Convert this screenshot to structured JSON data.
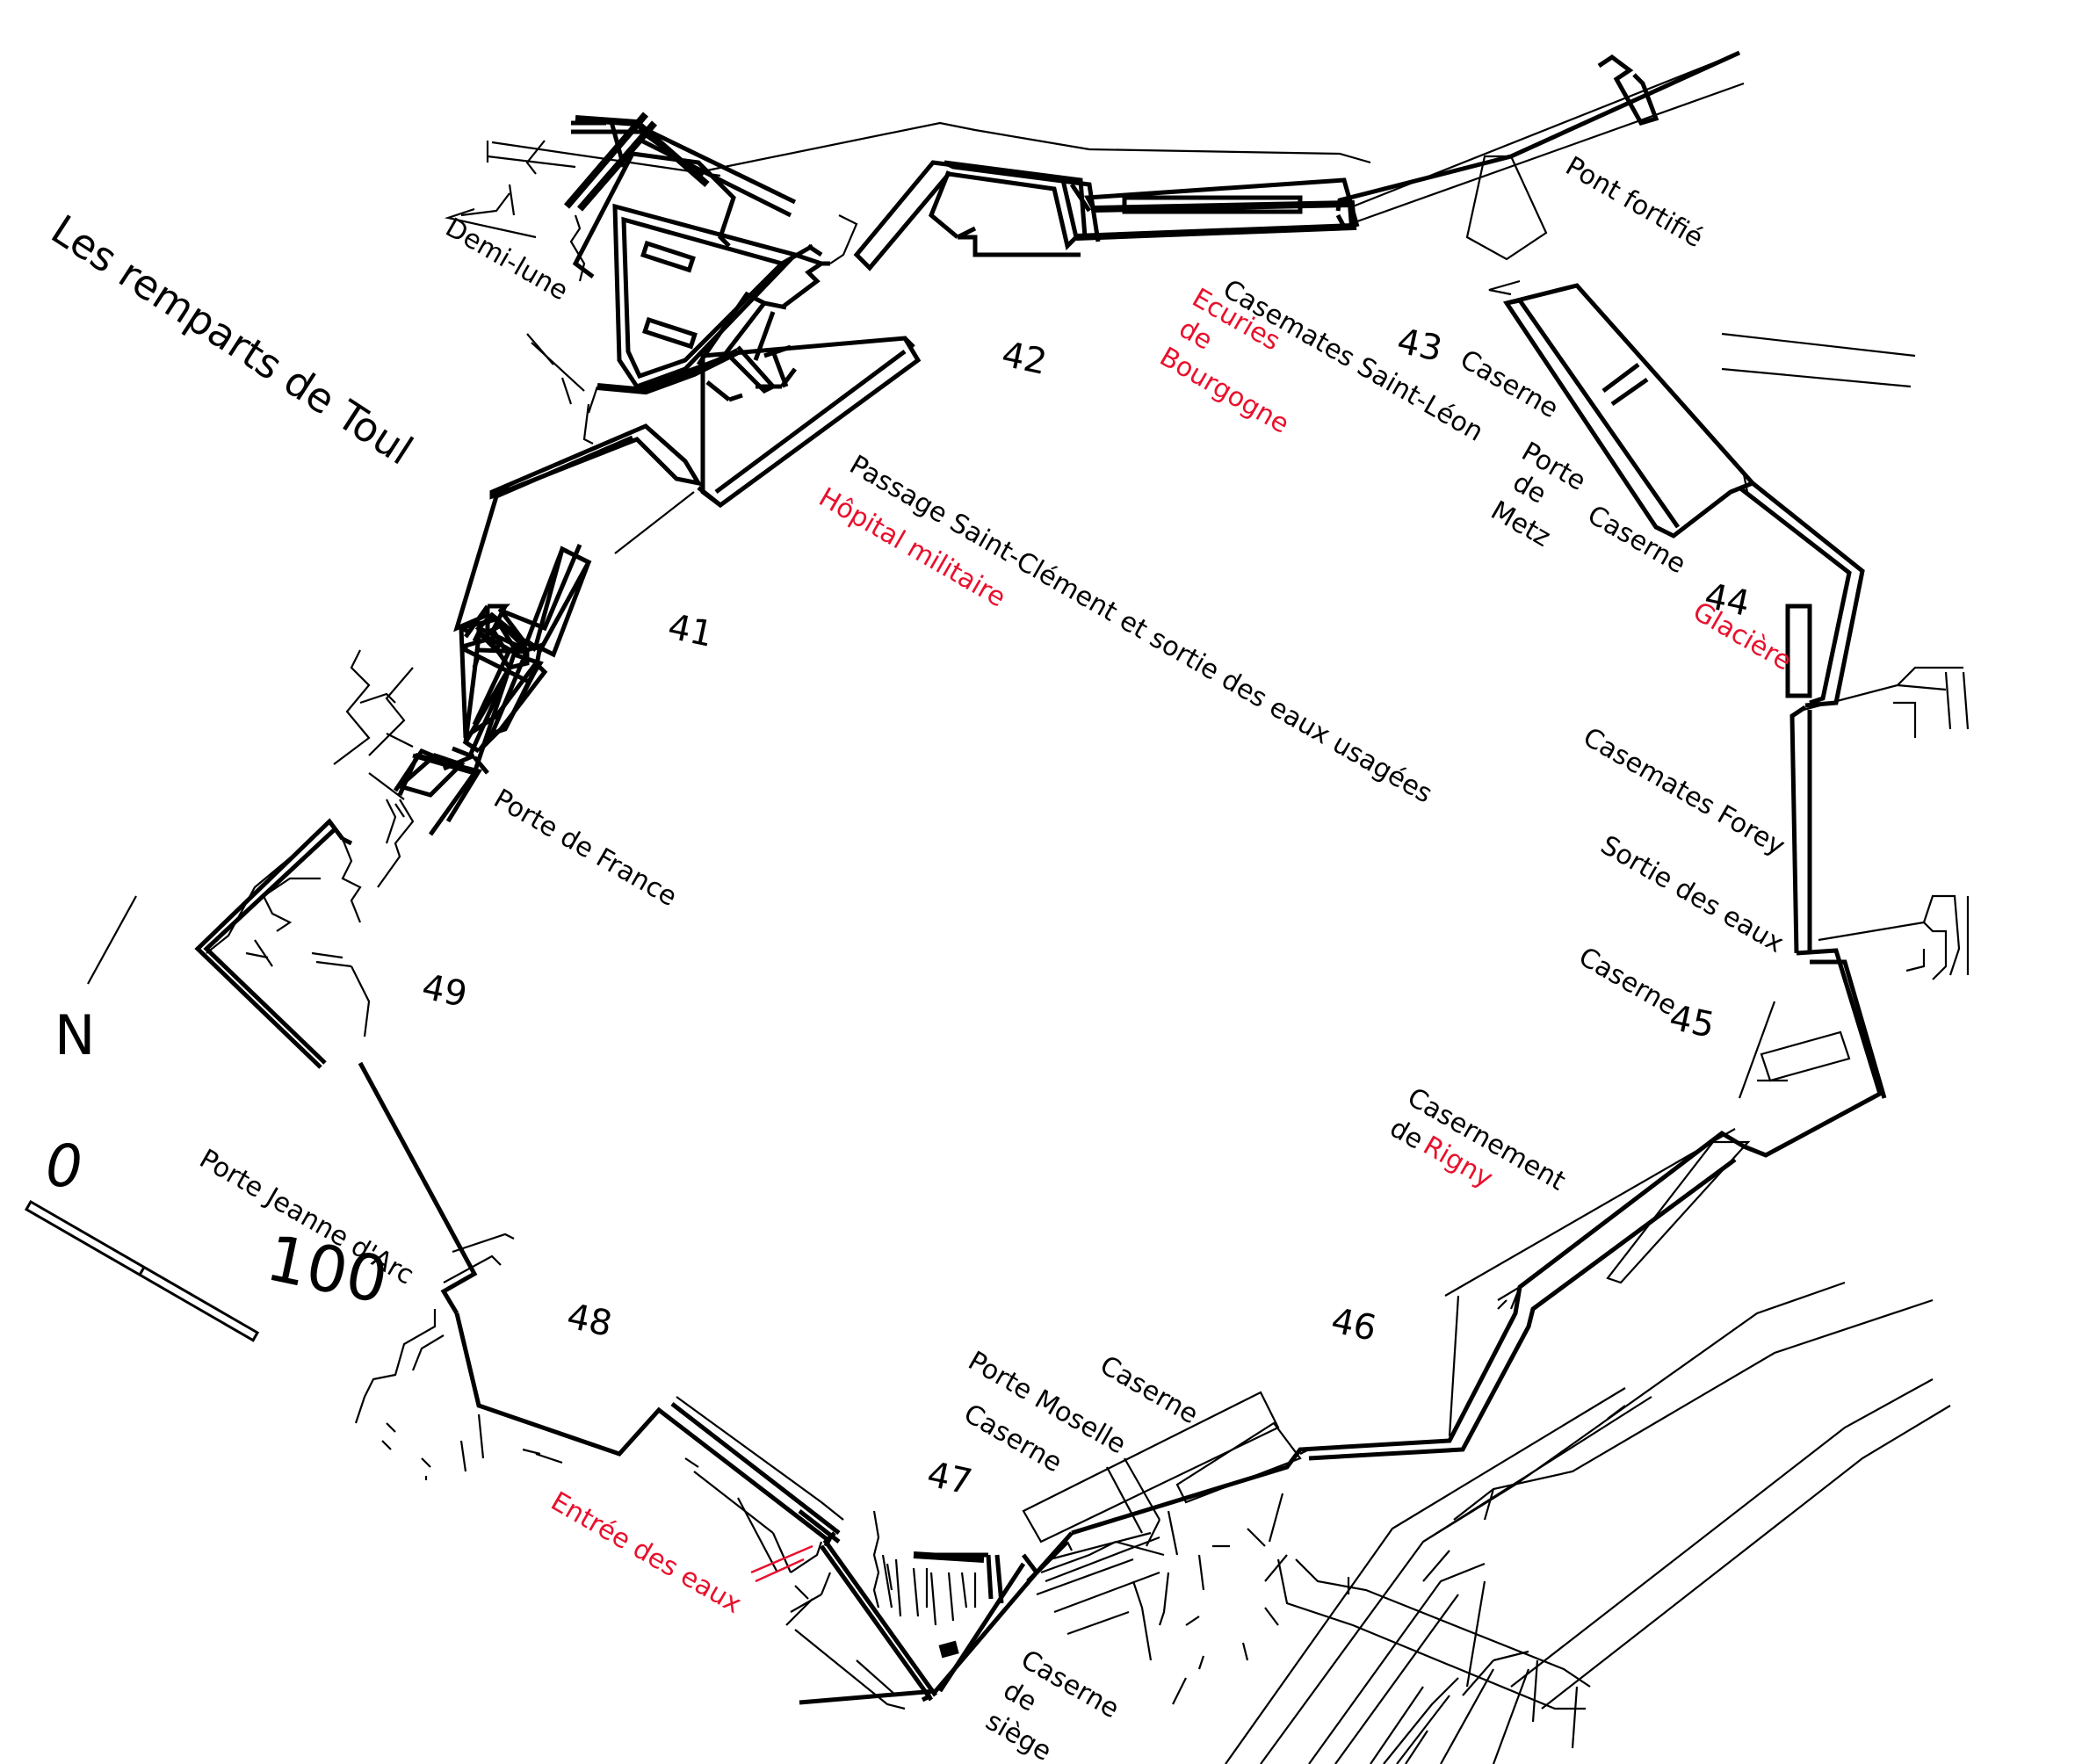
{
  "title": "Les remparts de Toul",
  "compass": {
    "label": "N"
  },
  "scale": {
    "min": "0",
    "max": "100"
  },
  "bastions": [
    "41",
    "42",
    "43",
    "44",
    "45",
    "46",
    "47",
    "48",
    "49"
  ],
  "labels": {
    "demi_lune": "Demi-lune",
    "pont_fortifie": "Pont fortifié",
    "casemates_saint_leon": "Casemates Saint-Léon",
    "ecuries": "Ecuries",
    "de": "de",
    "bourgogne": "Bourgogne",
    "caserne": "Caserne",
    "porte": "Porte",
    "metz": "Metz",
    "glaciere": "Glacière",
    "passage": "Passage Saint-Clément et sortie des eaux usagées",
    "hopital": "Hôpital militaire",
    "casemates_forey": "Casemates Forey",
    "sortie_eaux": "Sortie des eaux",
    "casernement": "Casernement",
    "rigny": "Rigny",
    "porte_france": "Porte de France",
    "porte_jeanne": "Porte Jeanne d'Arc",
    "porte_moselle": "Porte Moselle",
    "entree_eaux": "Entrée des eaux",
    "siege": "siège"
  },
  "colors": {
    "ink": "#000000",
    "red": "#e8112d",
    "background": "#ffffff"
  }
}
